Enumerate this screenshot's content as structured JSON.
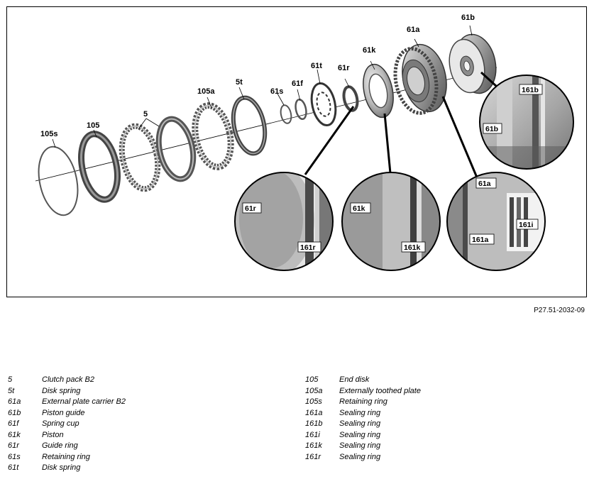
{
  "figure": {
    "reference": "P27.51-2032-09",
    "part_labels": {
      "l105s": "105s",
      "l105": "105",
      "l5": "5",
      "l105a": "105a",
      "l5t": "5t",
      "l61s": "61s",
      "l61f": "61f",
      "l61t": "61t",
      "l61r": "61r",
      "l61k": "61k",
      "l61a": "61a",
      "l61b": "61b"
    },
    "detail_labels": {
      "d61b_a": "161b",
      "d61b_b": "61b",
      "d61r_a": "61r",
      "d61r_b": "161r",
      "d61k_a": "61k",
      "d61k_b": "161k",
      "d61a_a": "61a",
      "d61a_b": "161i",
      "d61a_c": "161a"
    }
  },
  "legend": {
    "left": [
      {
        "code": "5",
        "desc": "Clutch pack B2"
      },
      {
        "code": "5t",
        "desc": "Disk spring"
      },
      {
        "code": "61a",
        "desc": "External plate carrier B2"
      },
      {
        "code": "61b",
        "desc": "Piston guide"
      },
      {
        "code": "61f",
        "desc": "Spring cup"
      },
      {
        "code": "61k",
        "desc": "Piston"
      },
      {
        "code": "61r",
        "desc": "Guide ring"
      },
      {
        "code": "61s",
        "desc": "Retaining ring"
      },
      {
        "code": "61t",
        "desc": "Disk spring"
      }
    ],
    "right": [
      {
        "code": "105",
        "desc": "End disk"
      },
      {
        "code": "105a",
        "desc": "Externally toothed plate"
      },
      {
        "code": "105s",
        "desc": "Retaining ring"
      },
      {
        "code": "161a",
        "desc": "Sealing ring"
      },
      {
        "code": "161b",
        "desc": "Sealing ring"
      },
      {
        "code": "161i",
        "desc": "Sealing ring"
      },
      {
        "code": "161k",
        "desc": "Sealing ring"
      },
      {
        "code": "161r",
        "desc": "Sealing ring"
      }
    ]
  }
}
